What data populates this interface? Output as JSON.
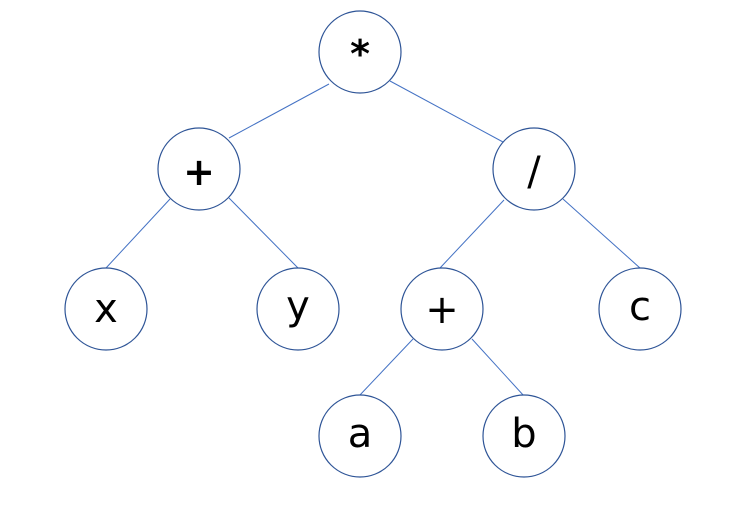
{
  "tree": {
    "nodes": [
      {
        "id": "root",
        "label": "*",
        "kind": "operator",
        "parent": null
      },
      {
        "id": "plus-left",
        "label": "+",
        "kind": "operator",
        "parent": "root"
      },
      {
        "id": "divide",
        "label": "/",
        "kind": "operator",
        "parent": "root"
      },
      {
        "id": "leaf-x",
        "label": "x",
        "kind": "operand",
        "parent": "plus-left"
      },
      {
        "id": "leaf-y",
        "label": "y",
        "kind": "operand",
        "parent": "plus-left"
      },
      {
        "id": "plus-right",
        "label": "+",
        "kind": "operator",
        "parent": "divide"
      },
      {
        "id": "leaf-c",
        "label": "c",
        "kind": "operand",
        "parent": "divide"
      },
      {
        "id": "leaf-a",
        "label": "a",
        "kind": "operand",
        "parent": "plus-right"
      },
      {
        "id": "leaf-b",
        "label": "b",
        "kind": "operand",
        "parent": "plus-right"
      }
    ],
    "colors": {
      "edge": "#4472c4",
      "node_border": "#2f5597",
      "node_fill": "#ffffff",
      "text": "#000000"
    }
  }
}
